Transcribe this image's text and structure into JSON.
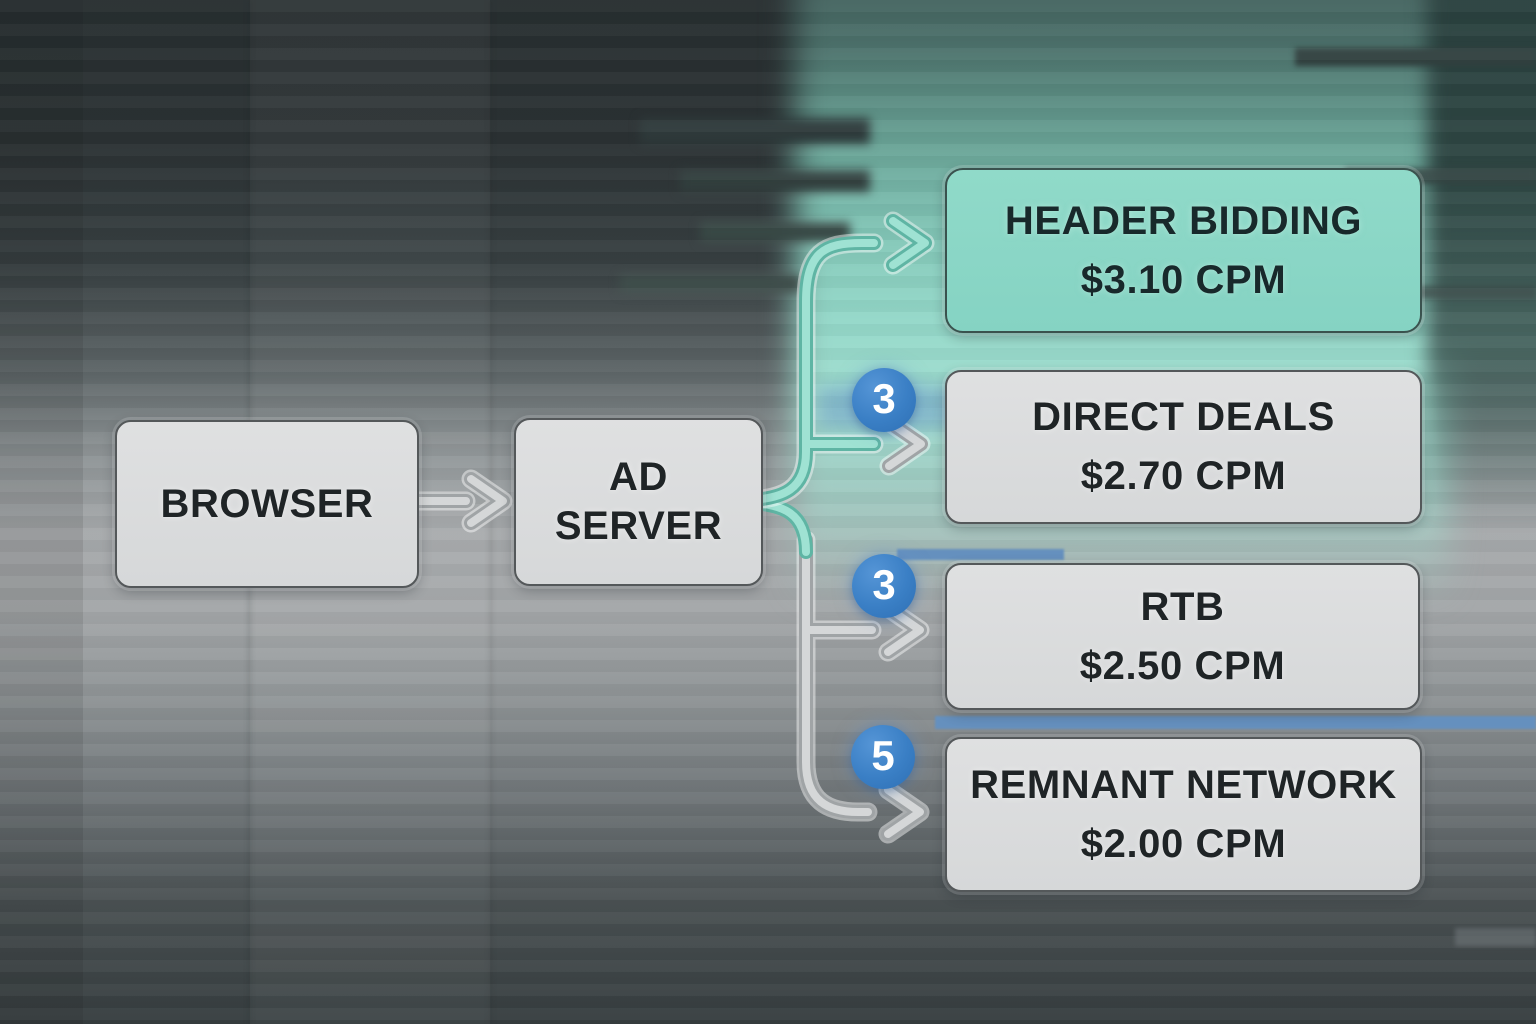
{
  "colors": {
    "highlight_fill": "#8bd7c7",
    "highlight_border": "#3a524e",
    "node_fill": "#dcddde",
    "node_border": "#54585a",
    "text_dark": "#1f2426",
    "badge_fill": "#3a7fc5",
    "teal_line": "#9fe2d3",
    "teal_edge": "#5fb5a4",
    "gray_line": "#d5d7d8",
    "gray_edge": "#a0a4a6",
    "blue_stripe": "#6590be"
  },
  "nodes": {
    "browser": {
      "label": "BROWSER"
    },
    "ad_server": {
      "label": "AD SERVER"
    },
    "header_bidding": {
      "title": "HEADER BIDDING",
      "value": "$3.10 CPM"
    },
    "direct_deals": {
      "title": "DIRECT DEALS",
      "value": "$2.70 CPM"
    },
    "rtb": {
      "title": "RTB",
      "value": "$2.50 CPM"
    },
    "remnant_network": {
      "title": "REMNANT NETWORK",
      "value": "$2.00 CPM"
    }
  },
  "badges": {
    "direct_deals": "3",
    "rtb": "3",
    "remnant_network": "5"
  }
}
